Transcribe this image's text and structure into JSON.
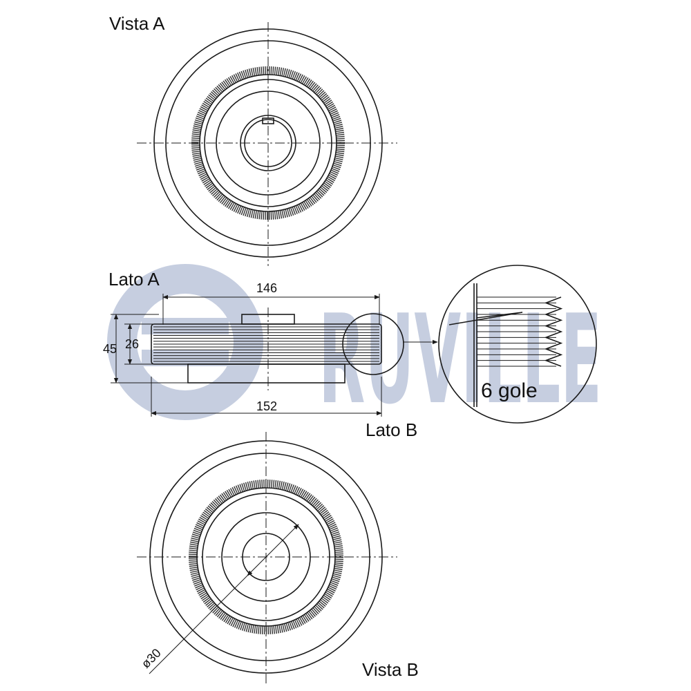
{
  "brand": {
    "text": "RUVILLE",
    "color": "#c6cee0"
  },
  "views": {
    "vista_a": "Vista A",
    "vista_b": "Vista B",
    "lato_a": "Lato A",
    "lato_b": "Lato B"
  },
  "dimensions": {
    "width_inner": "146",
    "width_outer": "152",
    "height_total": "45",
    "height_belt": "26",
    "bore_diameter": "ø30"
  },
  "detail": {
    "grooves_label": "6 gole",
    "groove_count": 6
  }
}
